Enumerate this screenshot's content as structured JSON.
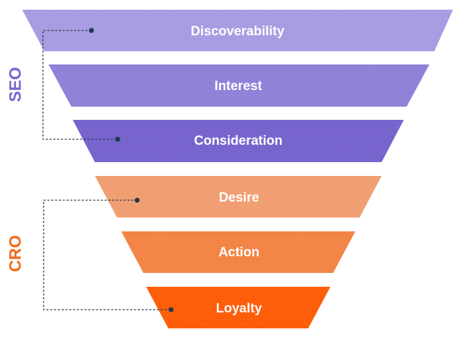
{
  "groups": [
    {
      "name": "SEO",
      "color": "#7b66cf"
    },
    {
      "name": "CRO",
      "color": "#f26a1b"
    }
  ],
  "stages": [
    {
      "label": "Discoverability",
      "color": "#a99be1"
    },
    {
      "label": "Interest",
      "color": "#9081d8"
    },
    {
      "label": "Consideration",
      "color": "#7763cc"
    },
    {
      "label": "Desire",
      "color": "#f09e72"
    },
    {
      "label": "Action",
      "color": "#f38446"
    },
    {
      "label": "Loyalty",
      "color": "#fd5d08"
    }
  ],
  "connector_color": "#1f3a4f"
}
